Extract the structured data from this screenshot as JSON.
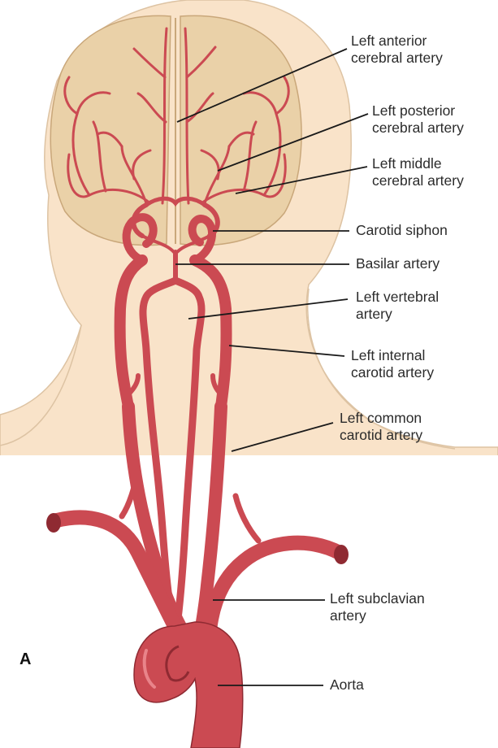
{
  "panel_letter": "A",
  "colors": {
    "skin": "#f9e3c9",
    "skin_outline": "#ddc3a3",
    "brain": "#ead1a8",
    "brain_outline": "#c9a77a",
    "artery": "#cb4a52",
    "artery_dark": "#8f2a32",
    "leader": "#1a1a1a"
  },
  "labels": [
    {
      "id": "left-anterior-cerebral",
      "text": "Left anterior\ncerebral artery"
    },
    {
      "id": "left-posterior-cerebral",
      "text": "Left posterior\ncerebral artery"
    },
    {
      "id": "left-middle-cerebral",
      "text": "Left middle\ncerebral artery"
    },
    {
      "id": "carotid-siphon",
      "text": "Carotid siphon"
    },
    {
      "id": "basilar",
      "text": "Basilar artery"
    },
    {
      "id": "left-vertebral",
      "text": "Left vertebral\nartery"
    },
    {
      "id": "left-internal-carotid",
      "text": "Left internal\ncarotid artery"
    },
    {
      "id": "left-common-carotid",
      "text": "Left common\ncarotid artery"
    },
    {
      "id": "left-subclavian",
      "text": "Left subclavian\nartery"
    },
    {
      "id": "aorta",
      "text": "Aorta"
    }
  ]
}
